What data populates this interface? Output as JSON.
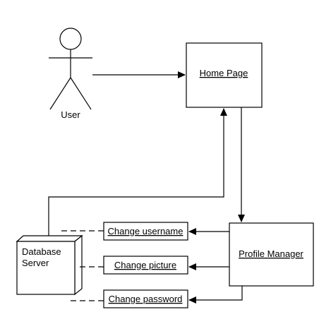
{
  "actor": {
    "label": "User"
  },
  "nodes": {
    "home_page": "Home Page",
    "profile_manager": "Profile Manager",
    "database_server": {
      "line1": "Database",
      "line2": "Server"
    },
    "change_username": "Change username",
    "change_picture": "Change picture",
    "change_password": "Change password"
  }
}
